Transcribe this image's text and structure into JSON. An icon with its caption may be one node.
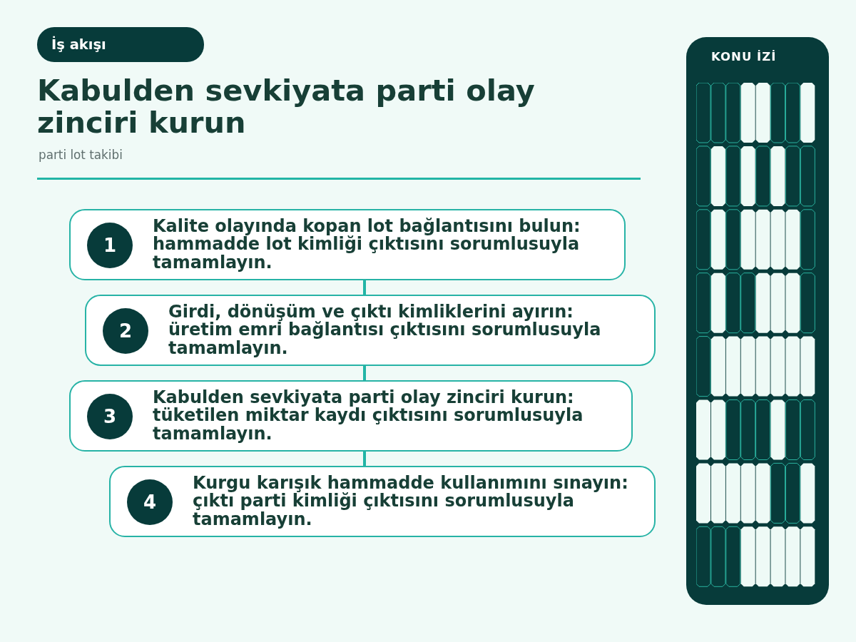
{
  "diagram": {
    "title": "Kabulden sevkiyata parti olay zinciri kurun",
    "nodes": [
      {
        "text": [
          "İş akışı"
        ]
      },
      {
        "text": [
          "Kalite olayında kopan lot bağlantısını bulun: hammadde lot kimliği çıktısını sorumlusuyla tamamlayın."
        ]
      },
      {
        "text": [
          "1"
        ],
        "in": 1
      },
      {
        "text": [
          "Girdi, dönüşüm ve çıktı kimliklerini ayırın: üretim emri bağlantısı çıktısını sorumlusuyla tamamlayın."
        ]
      },
      {
        "text": [
          "2"
        ],
        "in": 3
      },
      {
        "text": [
          "Kabulden sevkiyata parti olay zinciri kurun: tüketilen miktar kaydı çıktısını sorumlusuyla tamamlayın."
        ]
      },
      {
        "text": [
          "3"
        ],
        "in": 5
      },
      {
        "text": [
          "Kurgu karışık hammadde kullanımını sınayın: çıktı parti kimliği çıktısını sorumlusuyla tamamlayın."
        ]
      },
      {
        "text": [
          "4"
        ],
        "in": 7
      },
      {
        "text": [
          "KONU İZİ"
        ]
      }
    ],
    "edges": [
      {
        "from": 1,
        "to": 3,
        "arrow": "none"
      },
      {
        "from": 3,
        "to": 5,
        "arrow": "none"
      },
      {
        "from": 5,
        "to": 7,
        "arrow": "none"
      }
    ],
    "labels": [
      "parti lot takibi"
    ]
  }
}
